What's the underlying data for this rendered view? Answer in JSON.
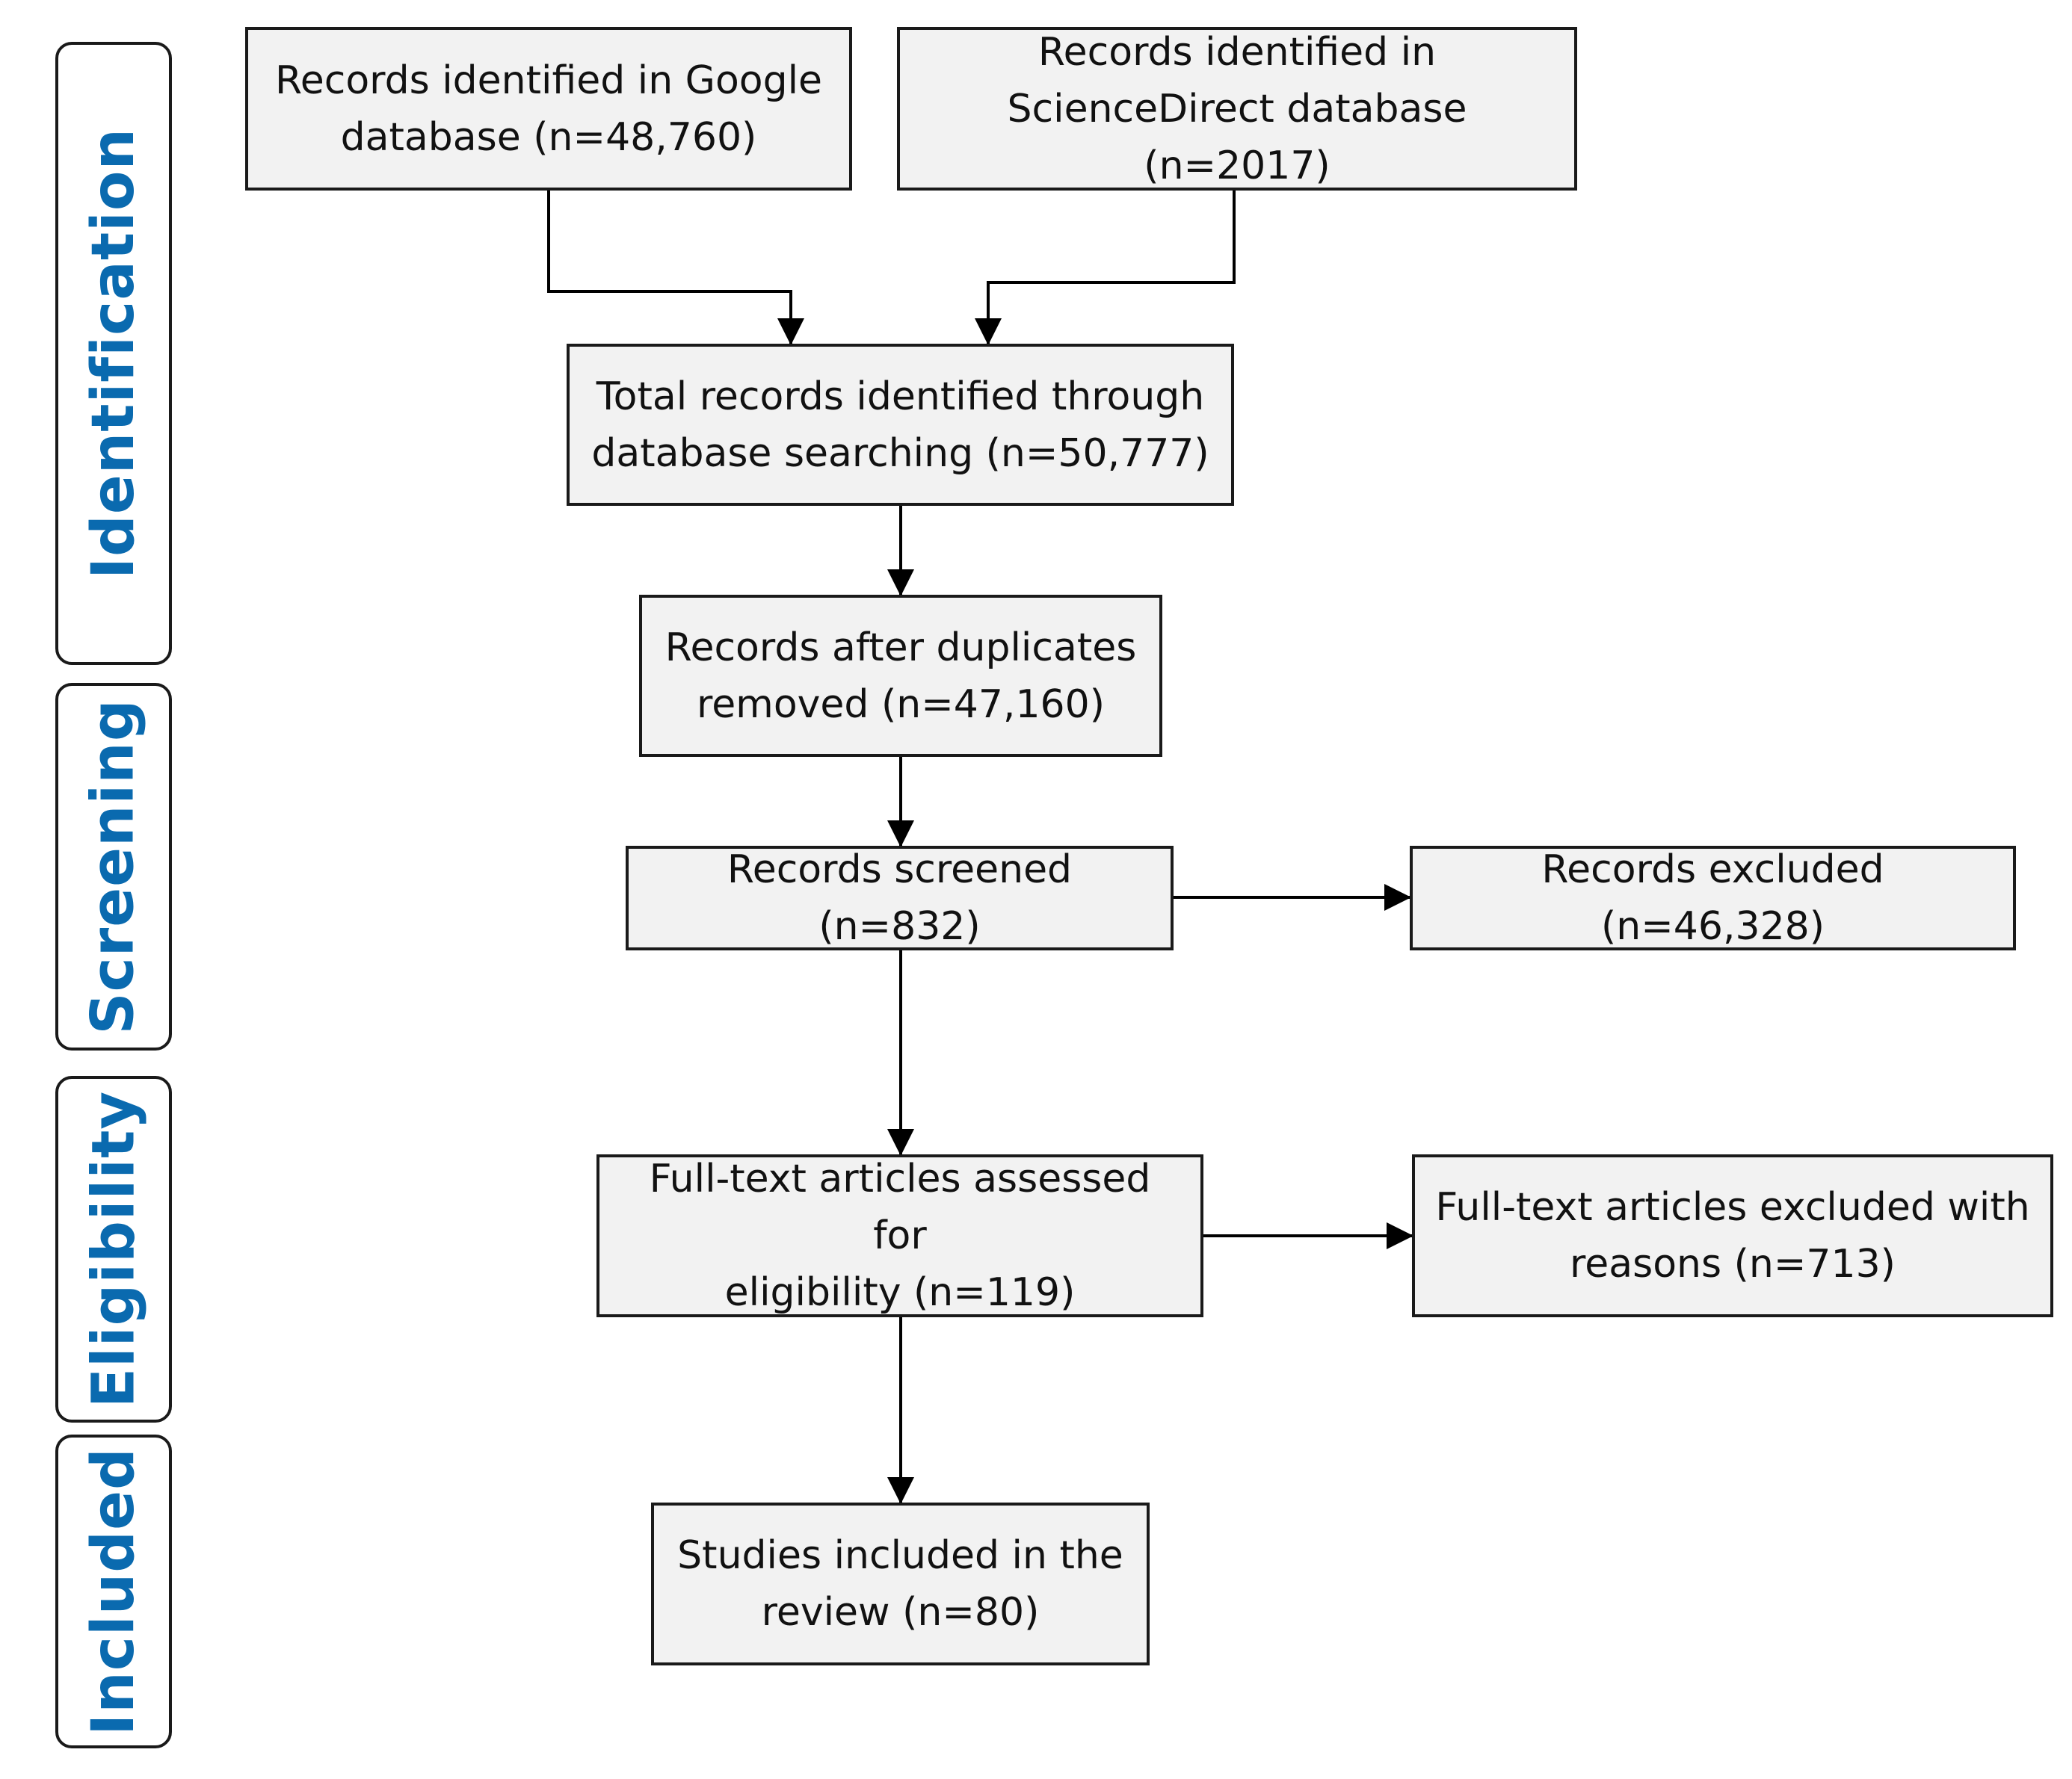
{
  "colors": {
    "phase_text": "#0a6aaf",
    "box_fill": "#f2f2f2",
    "border": "#1a1a1a"
  },
  "phases": [
    {
      "label": "Identification"
    },
    {
      "label": "Screening"
    },
    {
      "label": "Eligibility"
    },
    {
      "label": "Included"
    }
  ],
  "boxes": {
    "google": "Records identified in Google\ndatabase (n=48,760)",
    "sciencedirect": "Records identified in\nScienceDirect database (n=2017)",
    "total": "Total records identified through\ndatabase searching (n=50,777)",
    "dedup": "Records after duplicates\nremoved (n=47,160)",
    "screened": "Records screened (n=832)",
    "excluded": "Records excluded (n=46,328)",
    "fulltext": "Full-text articles assessed for\neligibility (n=119)",
    "fulltext_excluded": "Full-text articles excluded with\nreasons (n=713)",
    "included": "Studies included in the\nreview (n=80)"
  }
}
